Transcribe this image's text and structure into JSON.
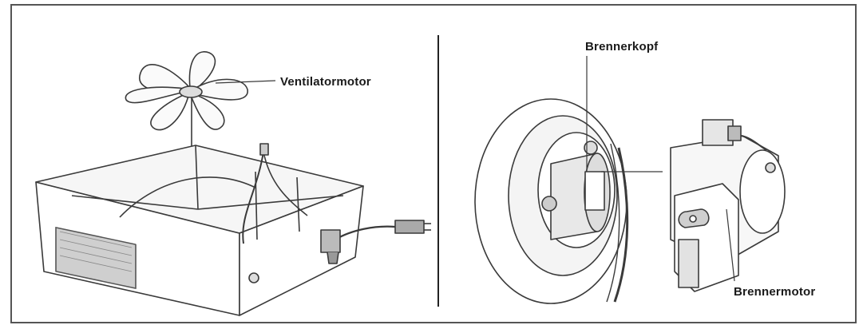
{
  "labels": {
    "fan_motor": "Ventilatormotor",
    "burner_head": "Brennerkopf",
    "burner_motor": "Brennermotor"
  },
  "colors": {
    "line": "#3a3a3a",
    "frame": "#555555",
    "background": "#ffffff"
  }
}
